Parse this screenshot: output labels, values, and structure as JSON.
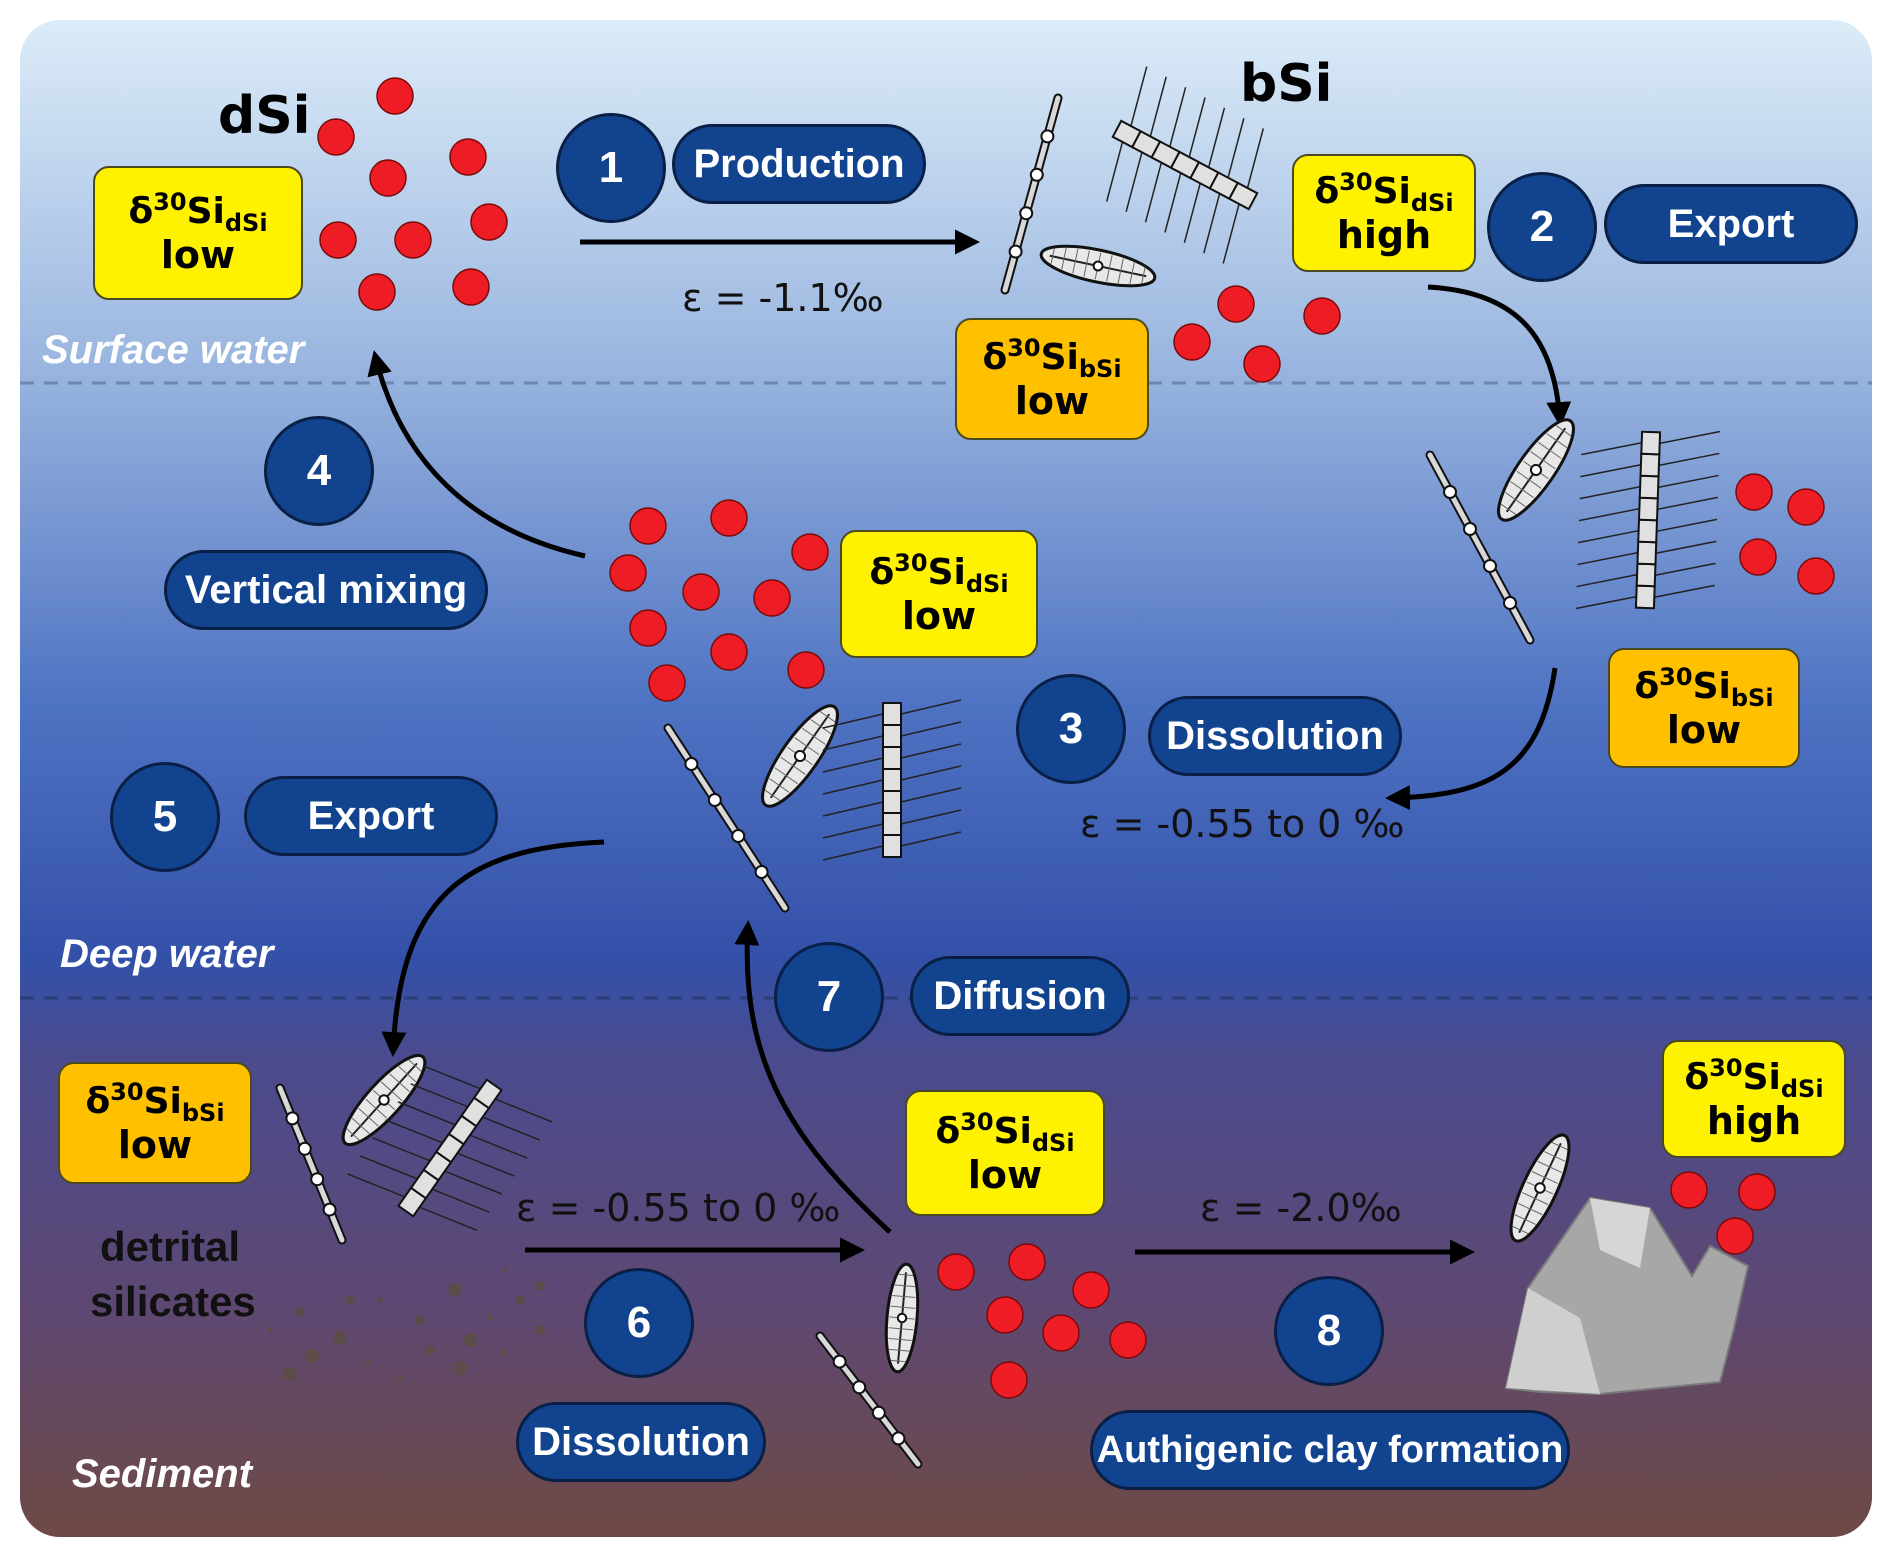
{
  "labels": {
    "dsi": "dSi",
    "bsi": "bSi",
    "surface_water": "Surface water",
    "deep_water": "Deep water",
    "sediment": "Sediment",
    "detrital_1": "detrital",
    "detrital_2": "silicates"
  },
  "steps": [
    {
      "num": "1",
      "label": "Production"
    },
    {
      "num": "2",
      "label": "Export"
    },
    {
      "num": "3",
      "label": "Dissolution"
    },
    {
      "num": "4",
      "label": "Vertical mixing"
    },
    {
      "num": "5",
      "label": "Export"
    },
    {
      "num": "6",
      "label": "Dissolution"
    },
    {
      "num": "7",
      "label": "Diffusion"
    },
    {
      "num": "8",
      "label": "Authigenic clay formation"
    }
  ],
  "epsilon": {
    "production": "ε = -1.1‰",
    "dissolution_water": "ε = -0.55 to 0 ‰",
    "dissolution_sediment": "ε = -0.55 to 0 ‰",
    "clay": "ε = -2.0‰"
  },
  "isotope_boxes": [
    {
      "delta": "δ",
      "mass": "30",
      "el": "Si",
      "sub": "dSi",
      "value": "low"
    },
    {
      "delta": "δ",
      "mass": "30",
      "el": "Si",
      "sub": "dSi",
      "value": "high"
    },
    {
      "delta": "δ",
      "mass": "30",
      "el": "Si",
      "sub": "bSi",
      "value": "low"
    },
    {
      "delta": "δ",
      "mass": "30",
      "el": "Si",
      "sub": "dSi",
      "value": "low"
    },
    {
      "delta": "δ",
      "mass": "30",
      "el": "Si",
      "sub": "bSi",
      "value": "low"
    },
    {
      "delta": "δ",
      "mass": "30",
      "el": "Si",
      "sub": "bSi",
      "value": "low"
    },
    {
      "delta": "δ",
      "mass": "30",
      "el": "Si",
      "sub": "dSi",
      "value": "low"
    },
    {
      "delta": "δ",
      "mass": "30",
      "el": "Si",
      "sub": "dSi",
      "value": "high"
    }
  ],
  "colors": {
    "surface_top": "#dcecf8",
    "deep_blue": "#3350a8",
    "sediment_bottom": "#6e4a45",
    "step_blue": "#12438f",
    "dsi_yellow": "#fef200",
    "bsi_orange": "#ffc000",
    "particle_red": "#ee1c25"
  }
}
